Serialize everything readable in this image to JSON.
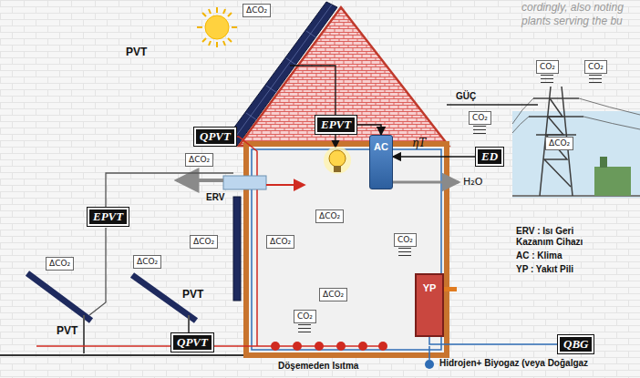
{
  "diagram": {
    "nodes": [
      {
        "text": [
          "ΔCO₂"
        ]
      },
      {
        "text": [
          "CO₂"
        ]
      },
      {
        "text": [
          "CO₂"
        ]
      },
      {
        "text": [
          "CO₂"
        ]
      },
      {
        "text": [
          "EPVT"
        ]
      },
      {
        "text": [
          "QPVT"
        ]
      },
      {
        "text": [
          "AC"
        ]
      },
      {
        "text": [
          "ΔCO₂"
        ]
      },
      {
        "text": [
          "ED"
        ]
      },
      {
        "text": [
          "ΔCO₂"
        ]
      },
      {
        "text": [
          "ΔCO₂"
        ]
      },
      {
        "text": [
          "EPVT"
        ]
      },
      {
        "text": [
          "ΔCO₂"
        ]
      },
      {
        "text": [
          "ΔCO₂"
        ]
      },
      {
        "text": [
          "CO₂"
        ]
      },
      {
        "text": [
          "ΔCO₂"
        ]
      },
      {
        "text": [
          "ΔCO₂"
        ]
      },
      {
        "text": [
          "YP"
        ]
      },
      {
        "text": [
          "ΔCO₂"
        ]
      },
      {
        "text": [
          "CO₂"
        ]
      },
      {
        "text": [
          "QPVT"
        ]
      },
      {
        "text": [
          "QBG"
        ]
      }
    ],
    "edges": [
      {
        "from": 4,
        "to": 6,
        "arrow": "to"
      },
      {
        "from": 8,
        "to": 6,
        "arrow": "to"
      },
      {
        "from": 21,
        "to": 17,
        "arrow": "none"
      }
    ],
    "labels": [
      "cordingly, also noting",
      "plants serving the bu",
      "PVT",
      "GÜÇ",
      "ηT",
      "H₂O",
      "ERV",
      "PVT",
      "PVT",
      "ERV : Isı Geri Kazanım Cihazı",
      "AC : Klima",
      "YP : Yakıt Pili",
      "Döşemeden Isıtma",
      "Hidrojen+ Biyogaz (veya Doğalgaz"
    ]
  }
}
